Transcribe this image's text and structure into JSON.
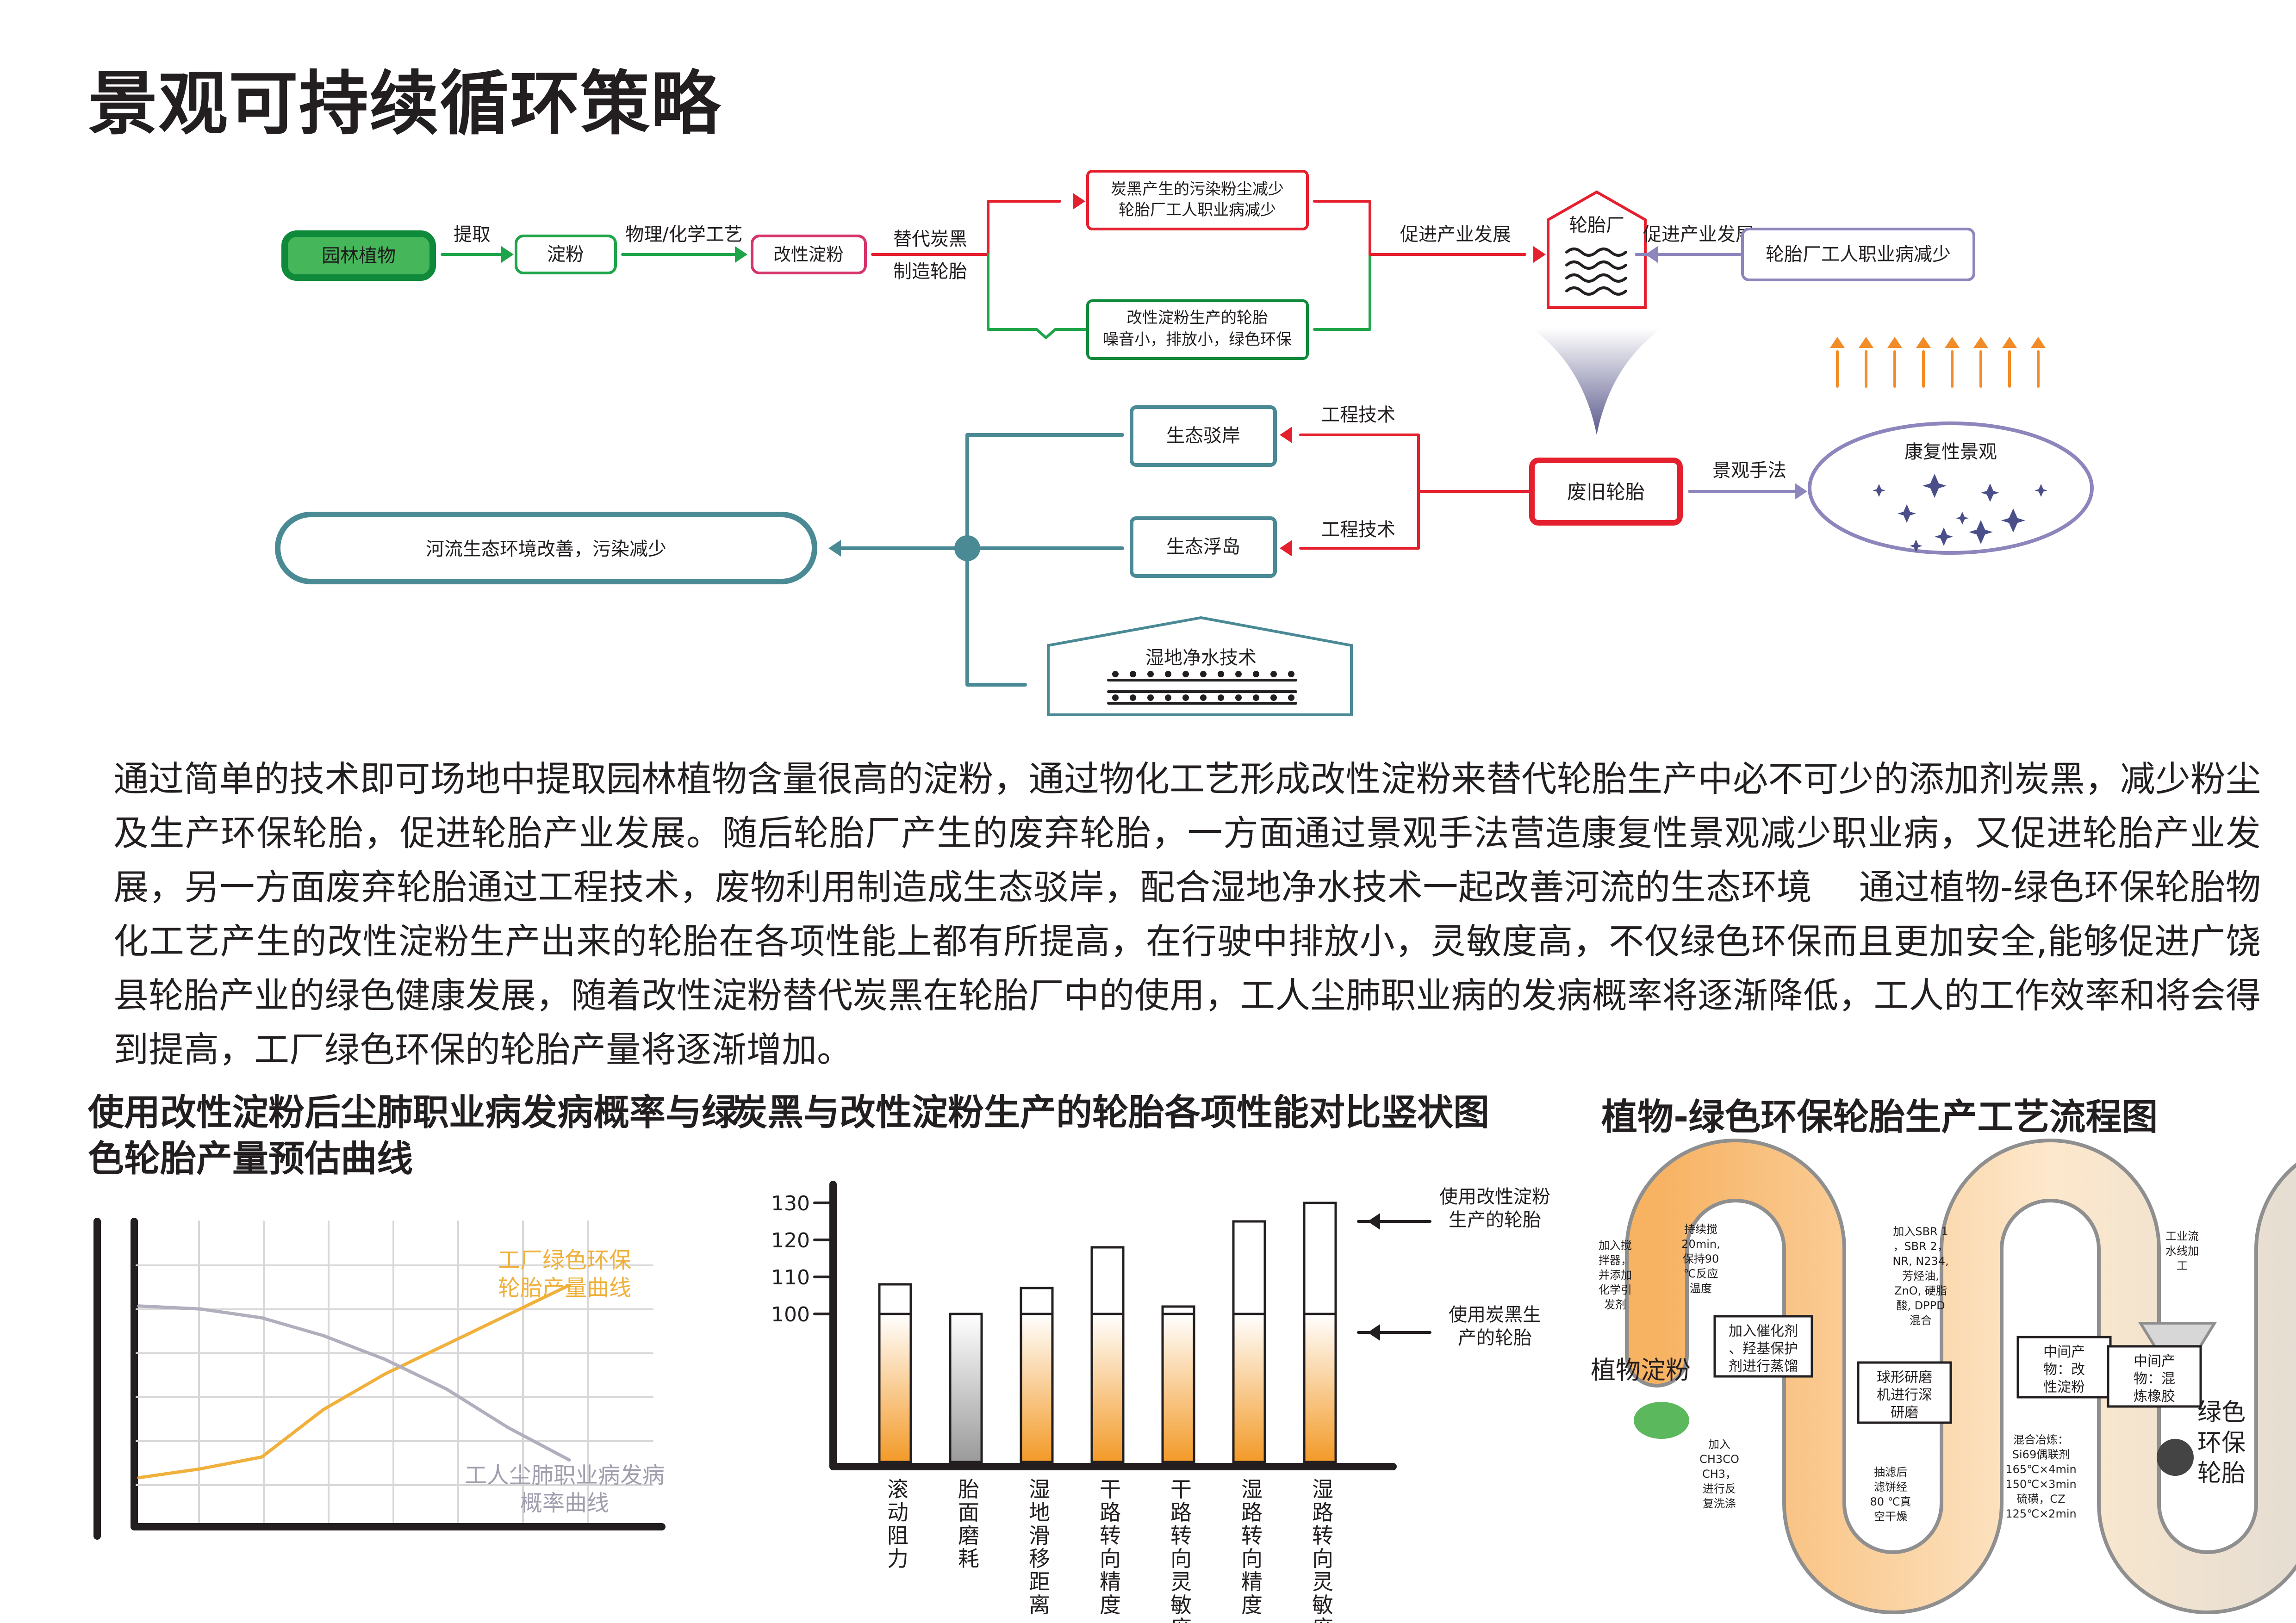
{
  "title": "景观可持续循环策略",
  "paragraph": "通过简单的技术即可场地中提取园林植物含量很高的淀粉，通过物化工艺形成改性淀粉来替代轮胎生产中必不可少的添加剂炭黑，减少粉尘及生产环保轮胎，促进轮胎产业发展。随后轮胎厂产生的废弃轮胎，一方面通过景观手法营造康复性景观减少职业病，又促进轮胎产业发展，另一方面废弃轮胎通过工程技术，废物利用制造成生态驳岸，配合湿地净水技术一起改善河流的生态环境　 通过植物-绿色环保轮胎物化工艺产生的改性淀粉生产出来的轮胎在各项性能上都有所提高，在行驶中排放小，灵敏度高，不仅绿色环保而且更加安全,能够促进广饶县轮胎产业的绿色健康发展，随着改性淀粉替代炭黑在轮胎厂中的使用，工人尘肺职业病的发病概率将逐渐降低，工人的工作效率和将会得到提高，工厂绿色环保的轮胎产量将逐渐增加。",
  "diagram": {
    "nodes": {
      "garden_plants": "园林植物",
      "starch": "淀粉",
      "modified_starch": "改性淀粉",
      "carbon_black_1": "炭黑产生的污染粉尘减少",
      "carbon_black_2": "轮胎厂工人职业病减少",
      "starch_tire_1": "改性淀粉生产的轮胎",
      "starch_tire_2": "噪音小，排放小，绿色环保",
      "tire_factory": "轮胎厂",
      "workers_reduce": "轮胎厂工人职业病减少",
      "waste_tire": "废旧轮胎",
      "rehab_landscape": "康复性景观",
      "eco_bank": "生态驳岸",
      "eco_island": "生态浮岛",
      "wetland": "湿地净水技术",
      "river": "河流生态环境改善，污染减少"
    },
    "labels": {
      "extract": "提取",
      "process": "物理/化学工艺",
      "replace_1": "替代炭黑",
      "replace_2": "制造轮胎",
      "promote_1": "促进产业发展",
      "promote_2": "促进产业发展",
      "landscape_method": "景观手法",
      "engineering_1": "工程技术",
      "engineering_2": "工程技术"
    }
  },
  "sections": {
    "left_title": "使用改性淀粉后尘肺职业病发病概率与绿色轮胎产量预估曲线",
    "middle_title": "炭黑与改性淀粉生产的轮胎各项性能对比竖状图",
    "right_title": "植物-绿色环保轮胎生产工艺流程图"
  },
  "chart_data": [
    {
      "type": "line",
      "title": "使用改性淀粉后尘肺职业病发病概率与绿色轮胎产量预估曲线",
      "xlabel": "",
      "ylabel": "",
      "grid": true,
      "x": [
        0,
        1,
        2,
        3,
        4,
        5,
        6,
        7
      ],
      "series": [
        {
          "name": "工厂绿色环保轮胎产量曲线",
          "color": "#f0b13c",
          "values": [
            1.5,
            1.8,
            2.2,
            3.8,
            5.0,
            6.0,
            7.0,
            8.0
          ]
        },
        {
          "name": "工人尘肺职业病发病概率曲线",
          "color": "#b2aebd",
          "values": [
            7.3,
            7.2,
            6.9,
            6.3,
            5.5,
            4.5,
            3.2,
            2.1
          ]
        }
      ],
      "ylim": [
        0,
        10
      ]
    },
    {
      "type": "bar",
      "title": "炭黑与改性淀粉生产的轮胎各项性能对比竖状图",
      "categories": [
        "滚动阻力",
        "胎面磨耗",
        "湿地滑移距离",
        "干路转向精度",
        "干路转向灵敏度",
        "湿路转向精度",
        "湿路转向灵敏度"
      ],
      "yticks": [
        "100",
        "110",
        "120",
        "130"
      ],
      "ylim": [
        60,
        135
      ],
      "series": [
        {
          "name": "使用炭黑生产的轮胎",
          "values": [
            100,
            100,
            100,
            100,
            100,
            100,
            100
          ]
        },
        {
          "name": "使用改性淀粉生产的轮胎",
          "values": [
            108,
            100,
            107,
            118,
            102,
            125,
            130
          ]
        }
      ]
    }
  ],
  "flow": {
    "start": "植物淀粉",
    "end": "绿色环保轮胎",
    "end_lines": [
      "绿色",
      "环保",
      "轮胎"
    ],
    "boxes": [
      "加入催化剂、羟基保护剂进行蒸馏",
      "球形研磨机进行深研磨",
      "中间产物：改性淀粉",
      "中间产物：混炼橡胶"
    ],
    "steps": [
      [
        "加入搅",
        "拌器，",
        "并添加",
        "化学引",
        "发剂"
      ],
      [
        "持续搅",
        "20min,",
        "保持90",
        "℃反应",
        "温度"
      ],
      [
        "加入",
        "CH3CO",
        "CH3，",
        "进行反",
        "复洗涤"
      ],
      [
        "加入SBR 1",
        "，SBR 2，",
        "NR, N234,",
        "芳烃油,",
        "ZnO, 硬脂",
        "酸, DPPD",
        "混合"
      ],
      [
        "抽滤后",
        "滤饼经",
        "80 ℃真",
        "空干燥"
      ],
      [
        "混合冶炼：",
        "Si69偶联剂",
        "165℃×4min",
        "150℃×3min",
        "硫磺，CZ",
        "125℃×2min"
      ],
      [
        "工业流",
        "水线加",
        "工"
      ]
    ]
  }
}
